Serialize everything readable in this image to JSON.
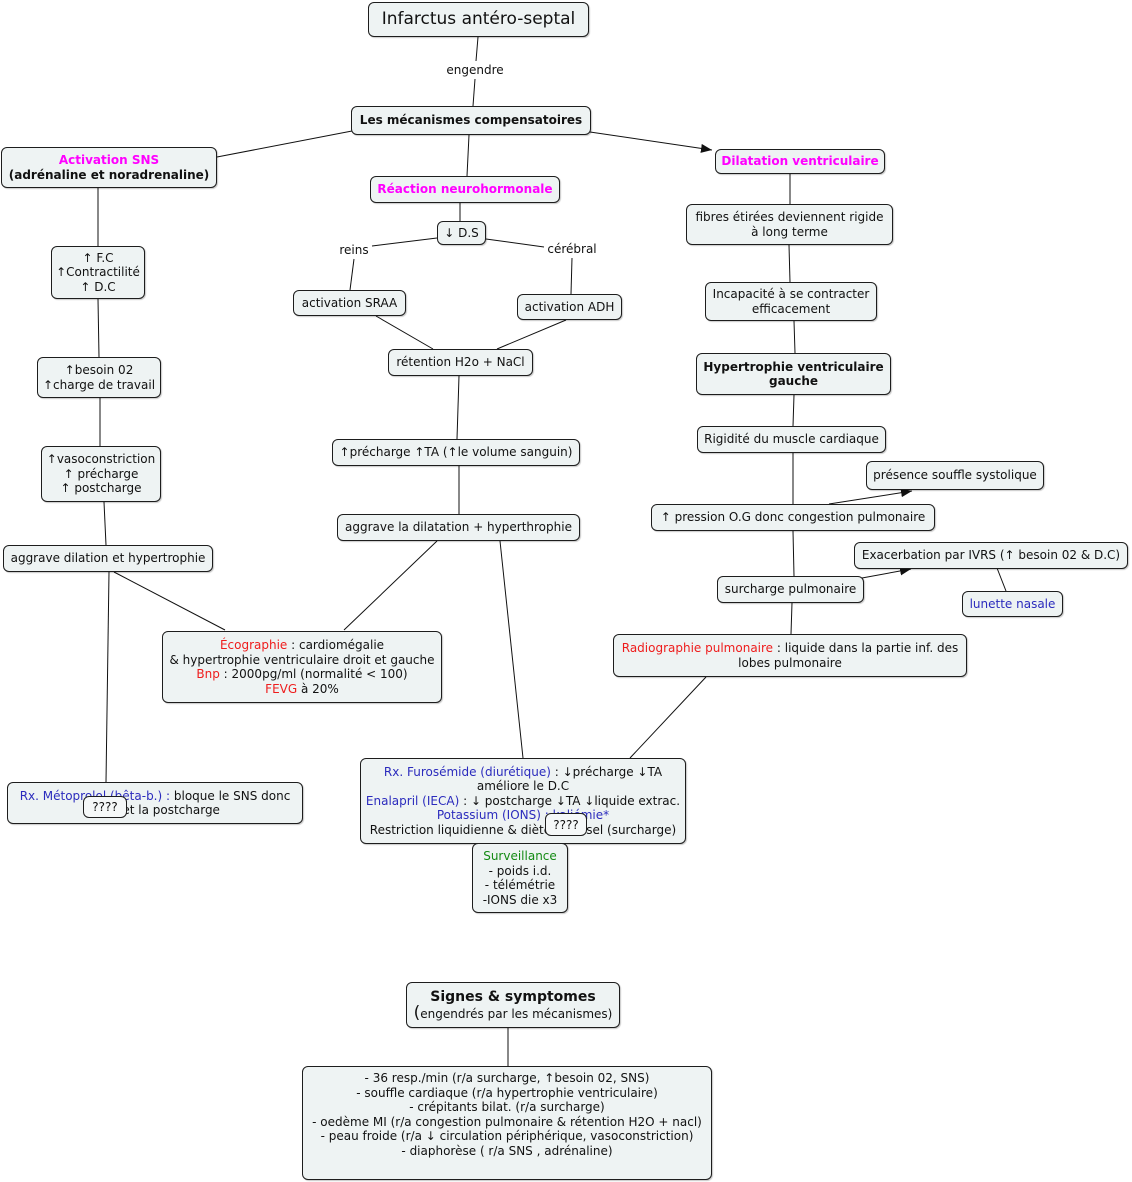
{
  "colors": {
    "magenta": "#ff00ff",
    "red": "#ee1c1c",
    "blue": "#2b2bbd",
    "green": "#138a13",
    "node_background": "#eef3f3",
    "line": "#111111"
  },
  "links": {
    "engendre": "engendre",
    "reins": "reins",
    "cerebral": "cérébral"
  },
  "placeholder": "????",
  "root": {
    "infarctus": "Infarctus antéro-septal",
    "mecanismes": "Les mécanismes compensatoires"
  },
  "sns_branch": {
    "title": "Activation SNS",
    "subtitle": "(adrénaline et noradrenaline)",
    "effects": [
      "↑ F.C",
      "↑Contractilité",
      "↑ D.C"
    ],
    "besoin": [
      "↑besoin 02",
      "↑charge de travail"
    ],
    "vasoconstriction": [
      "↑vasoconstriction",
      "↑ précharge",
      "↑ postcharge"
    ],
    "aggrave": "aggrave dilation et hypertrophie",
    "metoprolol": {
      "drug": "Rx. Métoprolol (bêta-b.) :",
      "action": " bloque le SNS donc",
      "line2": "↓ TA et la postcharge"
    }
  },
  "neuro_branch": {
    "title": "Réaction neurohormonale",
    "ds": "↓ D.S",
    "sraa": "activation SRAA",
    "adh": "activation ADH",
    "retention": "rétention H2o + NaCl",
    "precharge": "↑précharge ↑TA (↑le volume sanguin)",
    "aggrave": "aggrave la dilatation + hyperthrophie"
  },
  "examens": {
    "echographie": {
      "label": "Écographie",
      "text": " : cardiomégalie",
      "line2": "& hypertrophie ventriculaire droit et gauche",
      "bnp_label": "Bnp",
      "bnp_text": " : 2000pg/ml (normalité < 100)",
      "fevg_label": "FEVG",
      "fevg_text": " à 20%"
    },
    "radiographie": {
      "label": "Radiographie pulmonaire",
      "text": " : liquide dans la partie inf. des",
      "line2": "lobes pulmonaire"
    }
  },
  "traitement": {
    "furosemide_drug": "Rx. Furosémide (diurétique)",
    "furosemide_action": " : ↓précharge ↓TA",
    "furosemide_line2": "améliore le D.C",
    "enalapril_drug": "Enalapril (IECA)",
    "enalapril_action": " : ↓ postcharge ↓TA ↓liquide extrac.",
    "potassium": "Potassium (IONS) : kaliémie*",
    "restriction": "Restriction liquidienne & diète sans sel (surcharge)"
  },
  "surveillance": {
    "title": "Surveillance",
    "items": [
      "- poids i.d.",
      "- télémétrie",
      "-IONS die x3"
    ]
  },
  "dilatation_branch": {
    "title": "Dilatation ventriculaire",
    "fibres": [
      "fibres étirées deviennent rigide",
      "à long terme"
    ],
    "incapacite": [
      "Incapacité à se contracter",
      "efficacement"
    ],
    "hypertrophie": [
      "Hypertrophie ventriculaire",
      "gauche"
    ],
    "rigidite": "Rigidité du muscle cardiaque",
    "souffle": "présence souffle systolique",
    "pression": "↑ pression O.G donc congestion pulmonaire",
    "exacerbation": "Exacerbation par IVRS (↑ besoin 02 & D.C)",
    "surcharge": "surcharge pulmonaire",
    "lunette": "lunette nasale"
  },
  "signes": {
    "title": "Signes & symptomes",
    "paren": "(",
    "subtitle": "engendrés par les mécanismes)",
    "items": [
      "- 36 resp./min (r/a surcharge, ↑besoin 02, SNS)",
      "- souffle cardiaque (r/a hypertrophie ventriculaire)",
      "- crépitants bilat. (r/a surcharge)",
      "- oedème MI (r/a congestion pulmonaire & rétention H2O + nacl)",
      "- peau froide (r/a ↓ circulation périphérique, vasoconstriction)",
      "- diaphorèse ( r/a SNS , adrénaline)"
    ]
  }
}
